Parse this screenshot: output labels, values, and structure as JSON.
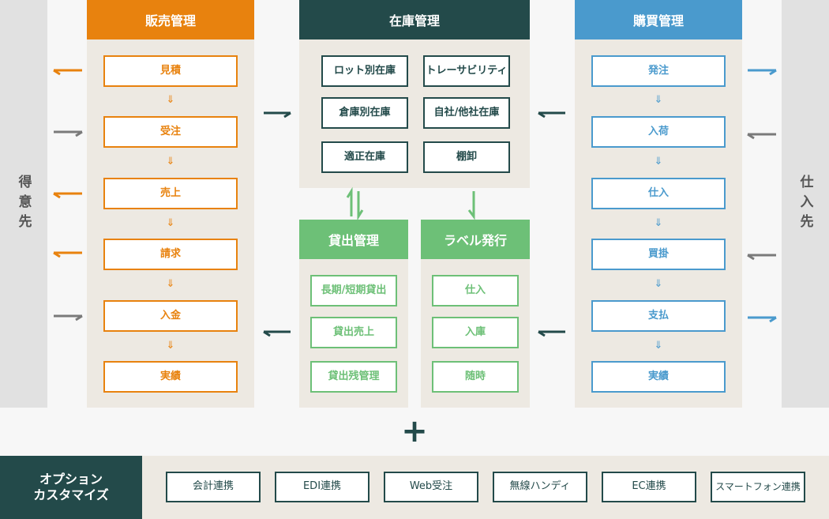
{
  "customer_label": "得意先",
  "supplier_label": "仕入先",
  "sales": {
    "title": "販売管理",
    "items": [
      "見積",
      "受注",
      "売上",
      "請求",
      "入金",
      "実績"
    ]
  },
  "inventory": {
    "title": "在庫管理",
    "items": [
      "ロット別在庫",
      "トレーサビリティ",
      "倉庫別在庫",
      "自社/他社在庫",
      "適正在庫",
      "棚卸"
    ]
  },
  "purchase": {
    "title": "購買管理",
    "items": [
      "発注",
      "入荷",
      "仕入",
      "買掛",
      "支払",
      "実績"
    ]
  },
  "lending": {
    "title": "貸出管理",
    "items": [
      "長期/短期貸出",
      "貸出売上",
      "貸出残管理"
    ]
  },
  "label_issue": {
    "title": "ラベル発行",
    "items": [
      "仕入",
      "入庫",
      "随時"
    ]
  },
  "plus_symbol": "+",
  "options": {
    "title_line1": "オプション",
    "title_line2": "カスタマイズ",
    "items": [
      "会計連携",
      "EDI連携",
      "Web受注",
      "無線ハンディ",
      "EC連携",
      "スマートフォン連携"
    ]
  },
  "colors": {
    "sales": "#e8820e",
    "purchase": "#4a9acd",
    "inventory": "#234a4a",
    "lending": "#6dc077",
    "gray_arrow": "#7a7a7a"
  }
}
